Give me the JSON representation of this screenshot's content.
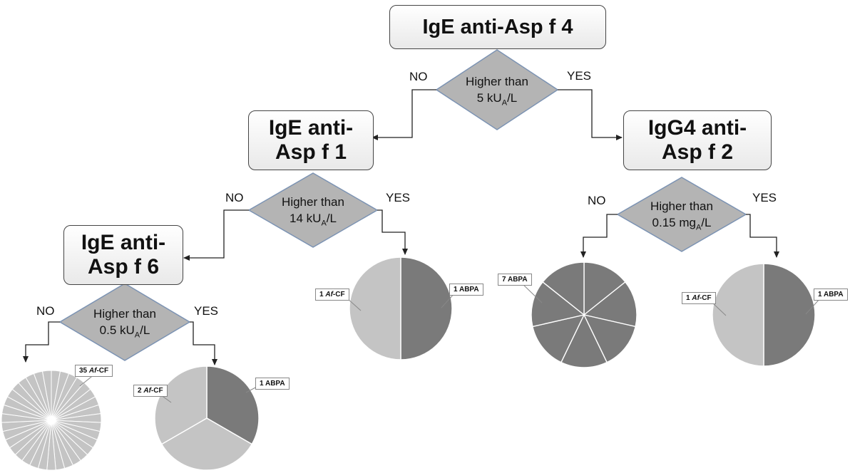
{
  "nodes": {
    "root": {
      "line1": "IgE anti-Asp f 4",
      "line2": ""
    },
    "left": {
      "line1": "IgE anti-",
      "line2": "Asp f 1"
    },
    "right": {
      "line1": "IgG4 anti-",
      "line2": "Asp f 2"
    },
    "leftleft": {
      "line1": "IgE anti-",
      "line2": "Asp f 6"
    }
  },
  "decisions": {
    "d_root": {
      "text": "Higher than",
      "value": "5 kU",
      "sub": "A",
      "unit": "/L"
    },
    "d_left": {
      "text": "Higher than",
      "value": "14 kU",
      "sub": "A",
      "unit": "/L"
    },
    "d_right": {
      "text": "Higher than",
      "value": "0.15 mg",
      "sub": "A",
      "unit": "/L"
    },
    "d_leftleft": {
      "text": "Higher than",
      "value": "0.5 kU",
      "sub": "A",
      "unit": "/L"
    }
  },
  "branch_labels": {
    "no": "NO",
    "yes": "YES"
  },
  "pies": {
    "p1": {
      "segments": [
        {
          "count": "35",
          "label": "Af",
          "suffix": "-CF",
          "color": "#c4c4c4"
        }
      ]
    },
    "p2": {
      "segments": [
        {
          "count": "1",
          "label": "ABPA",
          "suffix": "",
          "color": "#7a7a7a"
        },
        {
          "count": "2",
          "label": "Af",
          "suffix": "-CF",
          "color": "#c4c4c4"
        }
      ]
    },
    "p3": {
      "segments": [
        {
          "count": "1",
          "label": "ABPA",
          "suffix": "",
          "color": "#7a7a7a"
        },
        {
          "count": "1",
          "label": "Af",
          "suffix": "-CF",
          "color": "#c4c4c4"
        }
      ]
    },
    "p4": {
      "segments": [
        {
          "count": "7",
          "label": "ABPA",
          "suffix": "",
          "color": "#7a7a7a"
        }
      ]
    },
    "p5": {
      "segments": [
        {
          "count": "1",
          "label": "ABPA",
          "suffix": "",
          "color": "#7a7a7a"
        },
        {
          "count": "1",
          "label": "Af",
          "suffix": "-CF",
          "color": "#c4c4c4"
        }
      ]
    }
  },
  "colors": {
    "abpa": "#7a7a7a",
    "afcf": "#c4c4c4",
    "diamond": "#b4b4b4",
    "diamond_border": "#7c93b3",
    "arrow": "#222222"
  }
}
